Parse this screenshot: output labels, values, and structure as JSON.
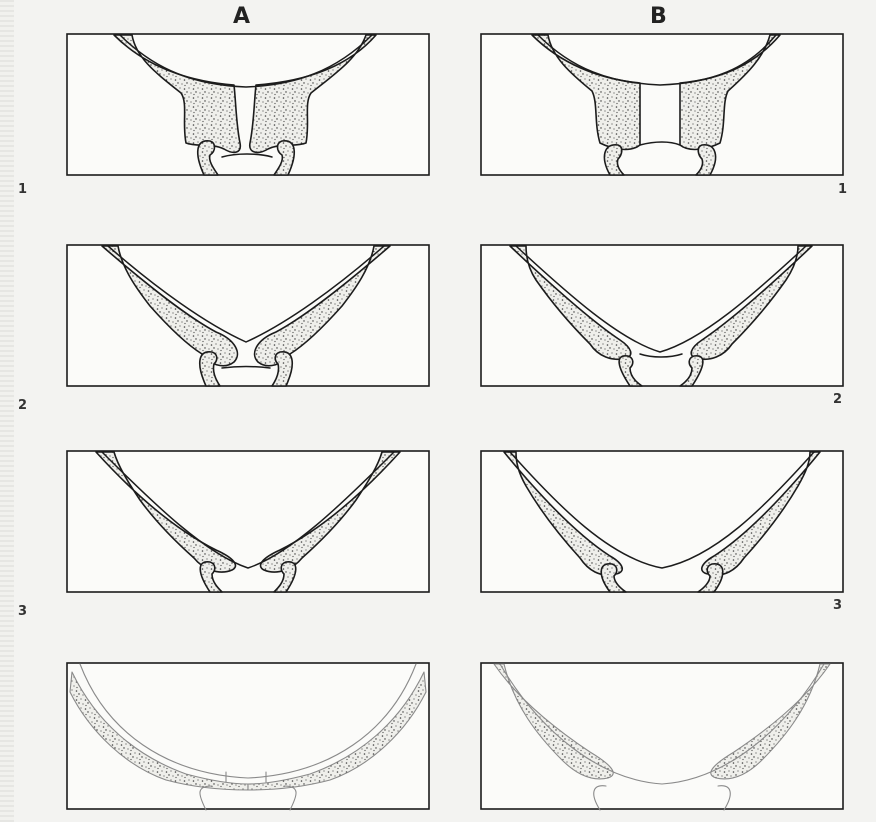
{
  "columns": {
    "a": "A",
    "b": "B"
  },
  "rows": {
    "a": [
      "1",
      "2",
      "3"
    ],
    "b": [
      "1",
      "2",
      "3"
    ]
  }
}
